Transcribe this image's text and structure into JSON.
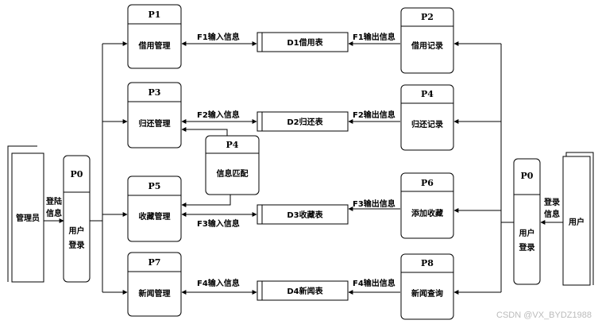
{
  "processes": {
    "p1": {
      "id": "P1",
      "name": "借用管理"
    },
    "p2": {
      "id": "P2",
      "name": "借用记录"
    },
    "p3": {
      "id": "P3",
      "name": "归还管理"
    },
    "p4": {
      "id": "P4",
      "name": "归还记录"
    },
    "p4m": {
      "id": "P4",
      "name": "信息匹配"
    },
    "p5": {
      "id": "P5",
      "name": "收藏管理"
    },
    "p6": {
      "id": "P6",
      "name": "添加收藏"
    },
    "p7": {
      "id": "P7",
      "name": "新闻管理"
    },
    "p8": {
      "id": "P8",
      "name": "新闻查询"
    },
    "p0_left": {
      "id": "P0",
      "name_line1": "用户",
      "name_line2": "登录"
    },
    "p0_right": {
      "id": "P0",
      "name_line1": "用户",
      "name_line2": "登录"
    }
  },
  "stores": {
    "d1": "D1借用表",
    "d2": "D2归还表",
    "d3": "D3收藏表",
    "d4": "D4新闻表"
  },
  "entities": {
    "admin": "管理员",
    "user": "用户"
  },
  "flows": {
    "f1_in": "F1输入信息",
    "f1_out": "F1输出信息",
    "f2_in": "F2输入信息",
    "f2_out": "F2输出信息",
    "f3_in": "F3输入信息",
    "f3_out": "F3输出信息",
    "f4_in": "F4输入信息",
    "f4_out": "F4输出信息",
    "admin_login_1": "登陆",
    "admin_login_2": "信息",
    "user_login_1": "登录",
    "user_login_2": "信息"
  },
  "watermark": "CSDN @VX_BYDZ1988"
}
